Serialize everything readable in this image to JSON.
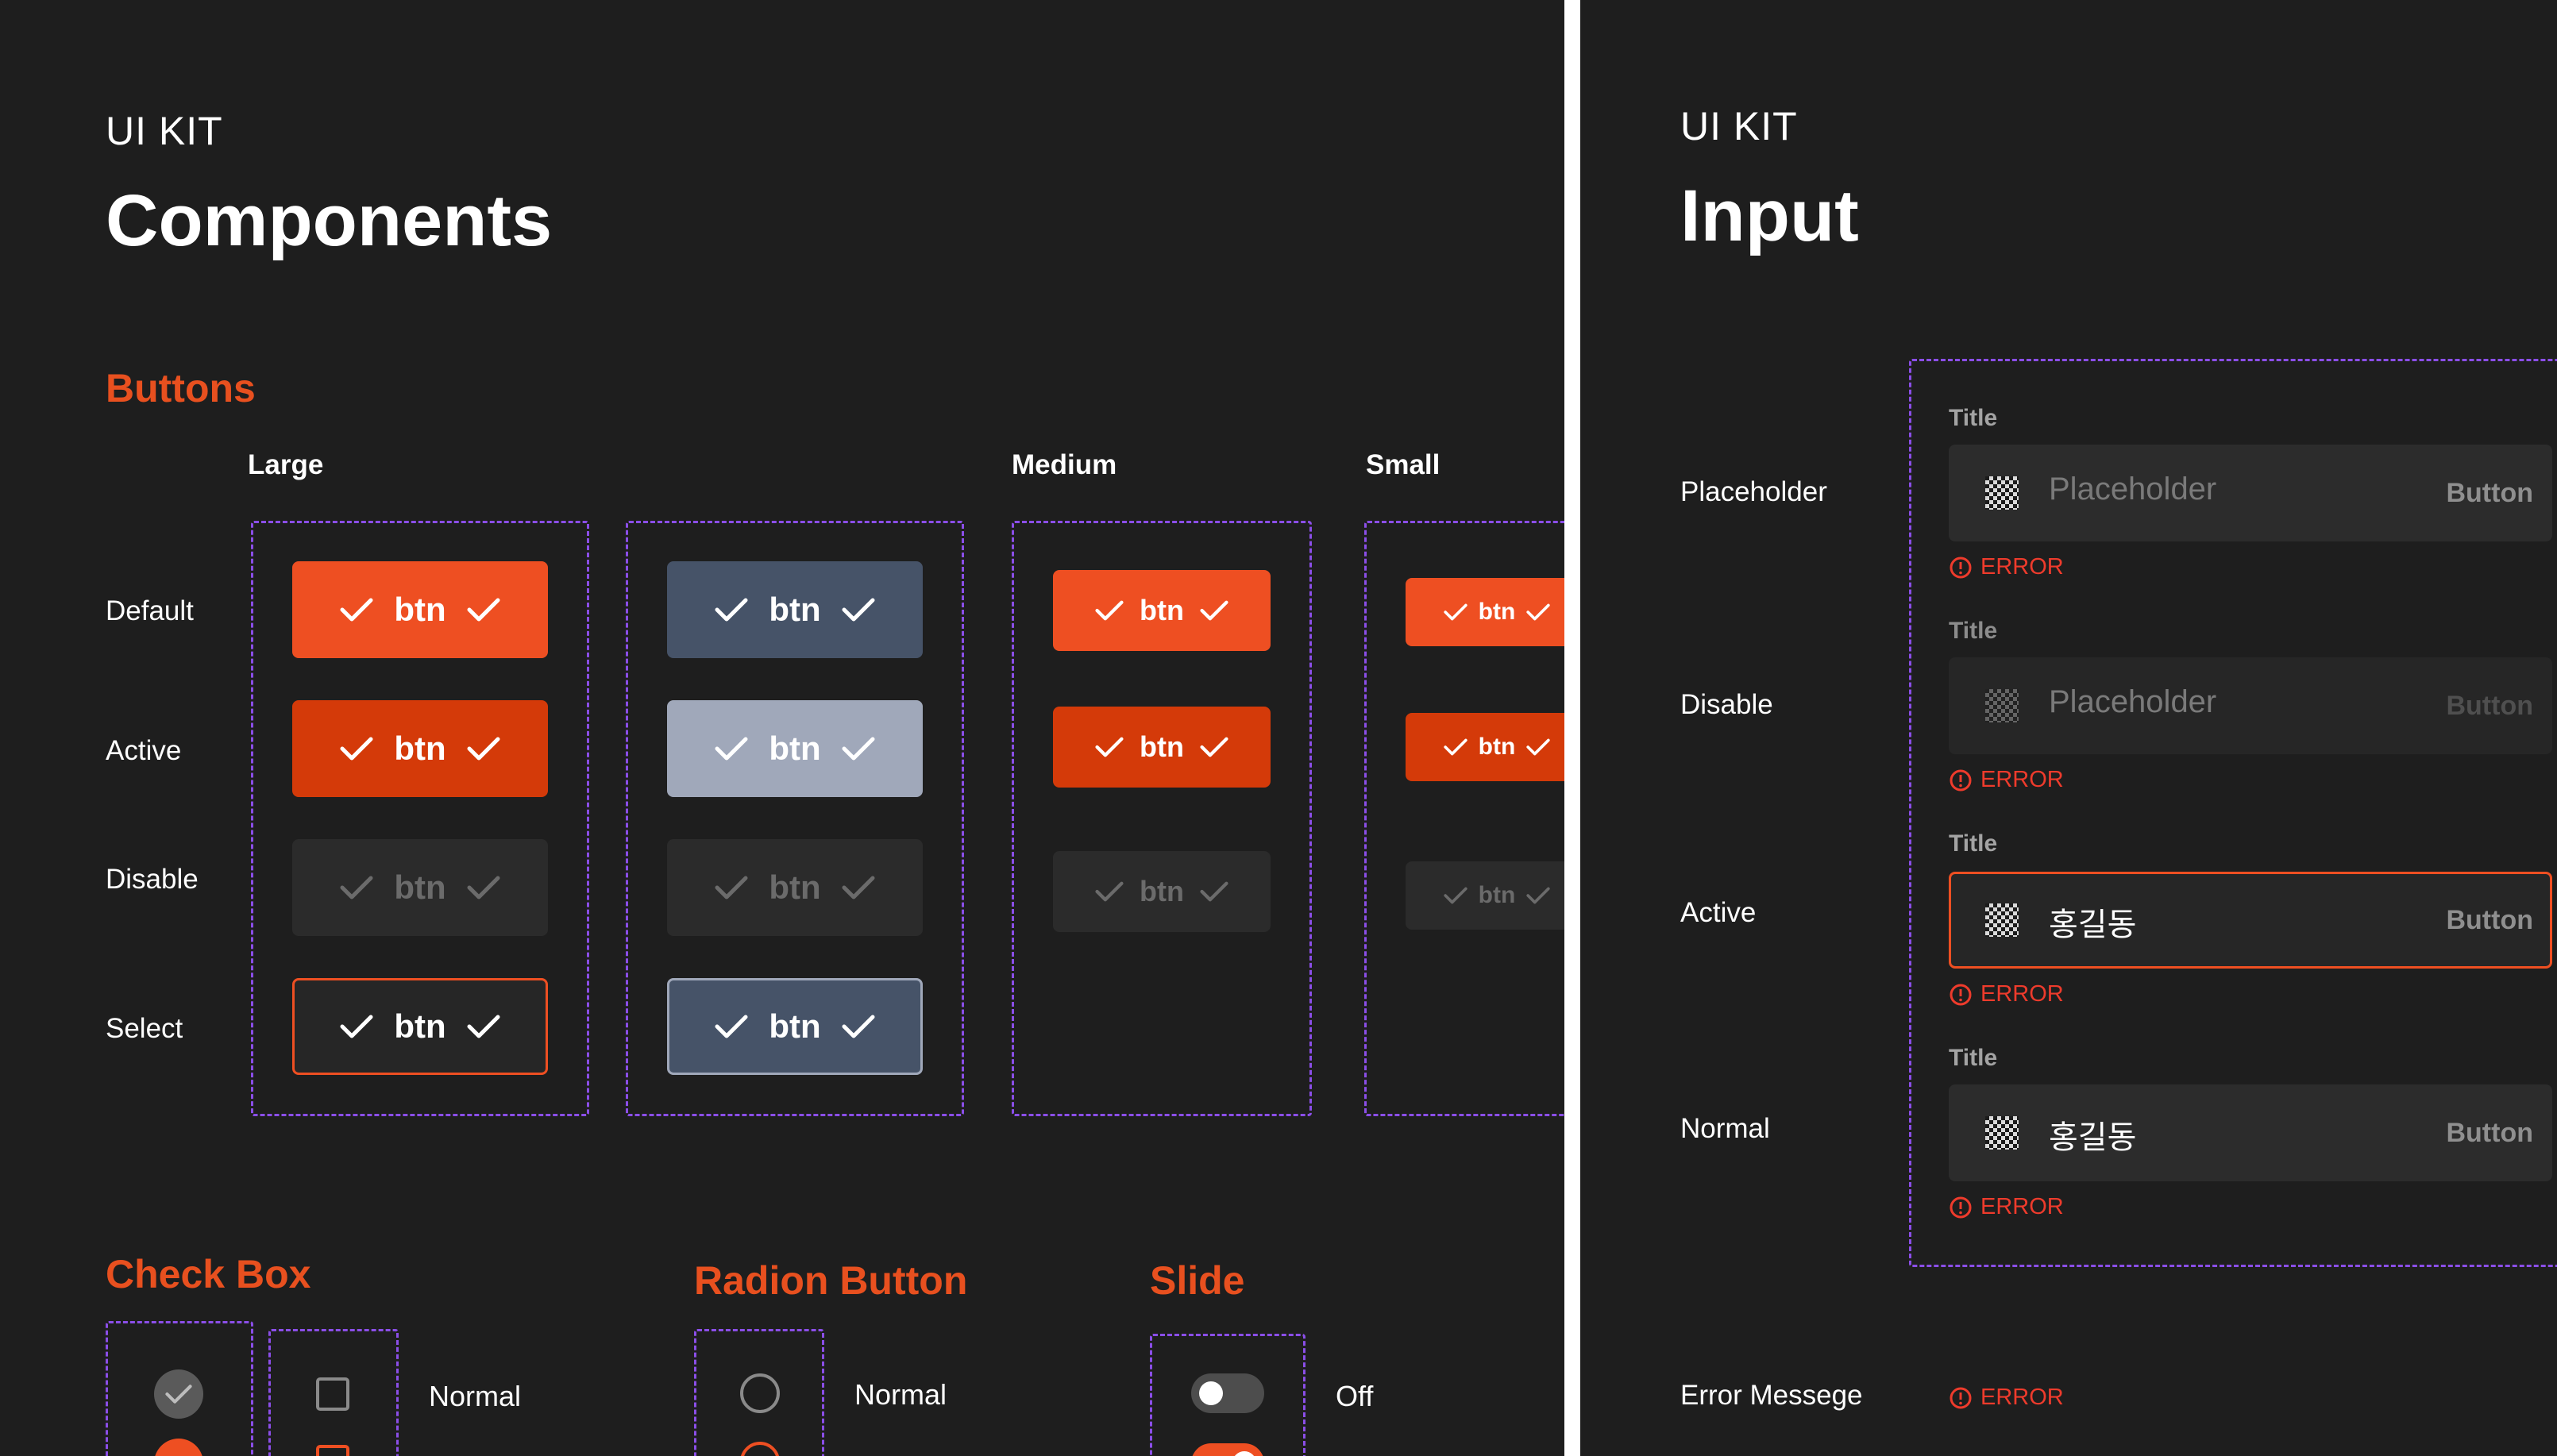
{
  "left": {
    "kit_label": "UI KIT",
    "title": "Components",
    "buttons": {
      "section_title": "Buttons",
      "size_labels": {
        "large": "Large",
        "medium": "Medium",
        "small": "Small"
      },
      "state_labels": {
        "default": "Default",
        "active": "Active",
        "disable": "Disable",
        "select": "Select"
      },
      "button_text": "btn"
    },
    "checkbox": {
      "section_title": "Check Box",
      "normal_label": "Normal"
    },
    "radio": {
      "section_title": "Radion Button",
      "normal_label": "Normal"
    },
    "slide": {
      "section_title": "Slide",
      "off_label": "Off"
    }
  },
  "right": {
    "kit_label": "UI KIT",
    "title": "Input",
    "rows": [
      {
        "label": "Placeholder",
        "field_title": "Title",
        "value": "Placeholder",
        "action": "Button",
        "error": "ERROR",
        "state": "placeholder"
      },
      {
        "label": "Disable",
        "field_title": "Title",
        "value": "Placeholder",
        "action": "Button",
        "error": "ERROR",
        "state": "disable"
      },
      {
        "label": "Active",
        "field_title": "Title",
        "value": "홍길동",
        "action": "Button",
        "error": "ERROR",
        "state": "active"
      },
      {
        "label": "Normal",
        "field_title": "Title",
        "value": "홍길동",
        "action": "Button",
        "error": "ERROR",
        "state": "normal"
      }
    ],
    "error_message": {
      "label": "Error Messege",
      "text": "ERROR"
    }
  },
  "colors": {
    "accent": "#ee4f22",
    "accent_active": "#d43a09",
    "navy": "#465368",
    "navy_active": "#a0a8ba",
    "background": "#1e1e1e",
    "dashed_frame": "#8b4ee8",
    "error": "#ee3b2c"
  },
  "icons": {
    "button": "check-icon",
    "input_leading": "checker-pattern-icon",
    "input_trailing": "more-vertical-icon",
    "error": "alert-circle-icon"
  }
}
